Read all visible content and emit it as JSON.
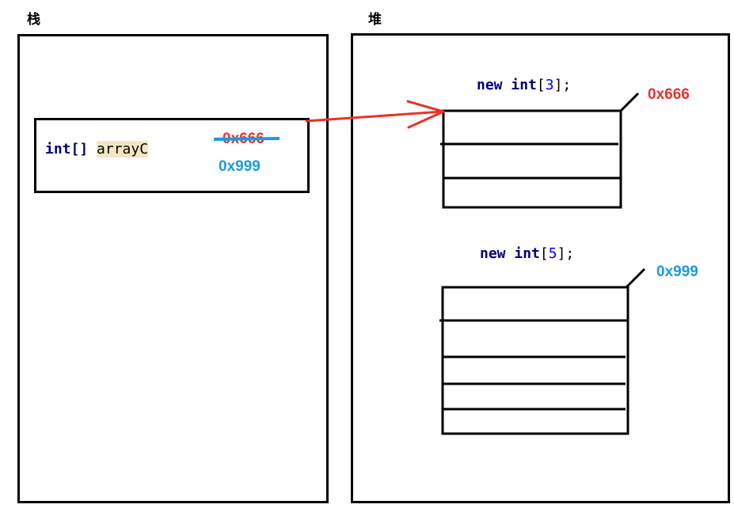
{
  "stack": {
    "title": "栈",
    "var_type": "int[]",
    "var_name": "arrayC",
    "old_address": "0x666",
    "new_address": "0x999"
  },
  "heap": {
    "title": "堆",
    "arrays": [
      {
        "kw_new": "new",
        "kw_type": "int",
        "open": "[",
        "size": "3",
        "close": "];",
        "address": "0x666",
        "address_color": "#e8322a",
        "slots": 3
      },
      {
        "kw_new": "new",
        "kw_type": "int",
        "open": "[",
        "size": "5",
        "close": "];",
        "address": "0x999",
        "address_color": "#1a9be0",
        "slots": 5
      }
    ]
  },
  "colors": {
    "old_address": "#e8322a",
    "new_address": "#1a9be0",
    "arrow": "#e8322a",
    "strike": "#1a9be0",
    "keyword": "#00007f",
    "number": "#0000ff"
  }
}
